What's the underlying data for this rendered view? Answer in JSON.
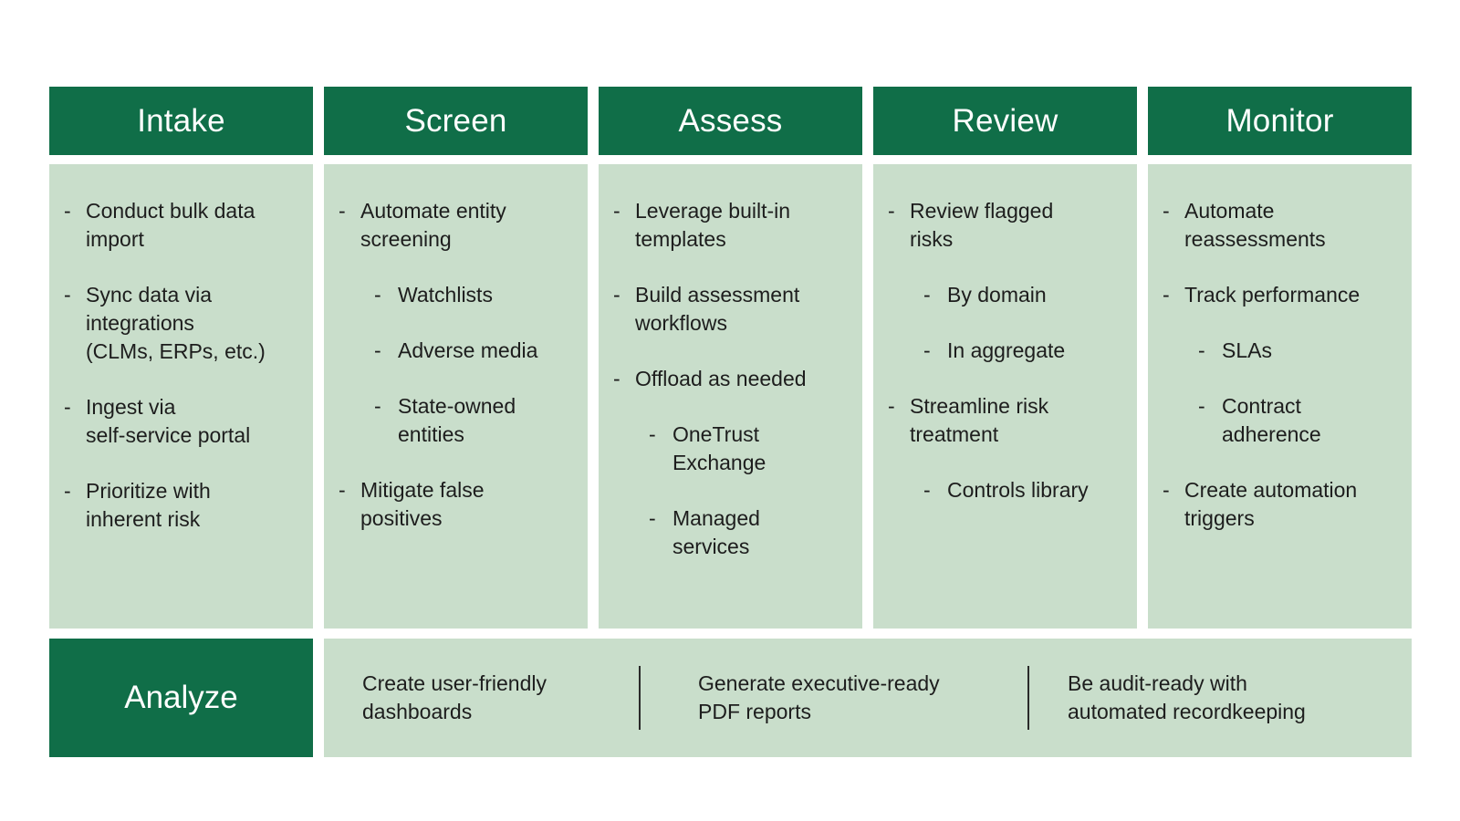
{
  "colors": {
    "dark_green": "#106e48",
    "light_green": "#c9decb",
    "text": "#1d1d1d",
    "header_text": "#ffffff"
  },
  "bullet_char": "-",
  "columns": [
    {
      "title": "Intake",
      "items": [
        {
          "text": "Conduct bulk data\nimport",
          "level": 1
        },
        {
          "text": "Sync data via\nintegrations\n(CLMs, ERPs, etc.)",
          "level": 1
        },
        {
          "text": "Ingest via\nself-service portal",
          "level": 1
        },
        {
          "text": "Prioritize with\ninherent risk",
          "level": 1
        }
      ]
    },
    {
      "title": "Screen",
      "items": [
        {
          "text": "Automate entity\nscreening",
          "level": 1
        },
        {
          "text": "Watchlists",
          "level": 2
        },
        {
          "text": "Adverse media",
          "level": 2
        },
        {
          "text": "State-owned\nentities",
          "level": 2
        },
        {
          "text": "Mitigate false\npositives",
          "level": 1
        }
      ]
    },
    {
      "title": "Assess",
      "items": [
        {
          "text": "Leverage built-in\ntemplates",
          "level": 1
        },
        {
          "text": "Build assessment\nworkflows",
          "level": 1
        },
        {
          "text": "Offload as needed",
          "level": 1
        },
        {
          "text": "OneTrust\nExchange",
          "level": 2
        },
        {
          "text": "Managed\nservices",
          "level": 2
        }
      ]
    },
    {
      "title": "Review",
      "items": [
        {
          "text": "Review flagged\nrisks",
          "level": 1
        },
        {
          "text": "By domain",
          "level": 2
        },
        {
          "text": "In aggregate",
          "level": 2
        },
        {
          "text": "Streamline risk\ntreatment",
          "level": 1
        },
        {
          "text": "Controls library",
          "level": 2
        }
      ]
    },
    {
      "title": "Monitor",
      "items": [
        {
          "text": "Automate\nreassessments",
          "level": 1
        },
        {
          "text": "Track performance",
          "level": 1
        },
        {
          "text": "SLAs",
          "level": 2
        },
        {
          "text": "Contract\nadherence",
          "level": 2
        },
        {
          "text": "Create automation\ntriggers",
          "level": 1
        }
      ]
    }
  ],
  "analyze": {
    "title": "Analyze",
    "segments": [
      "Create user-friendly\ndashboards",
      "Generate executive-ready\nPDF reports",
      "Be audit-ready with\nautomated recordkeeping"
    ]
  }
}
